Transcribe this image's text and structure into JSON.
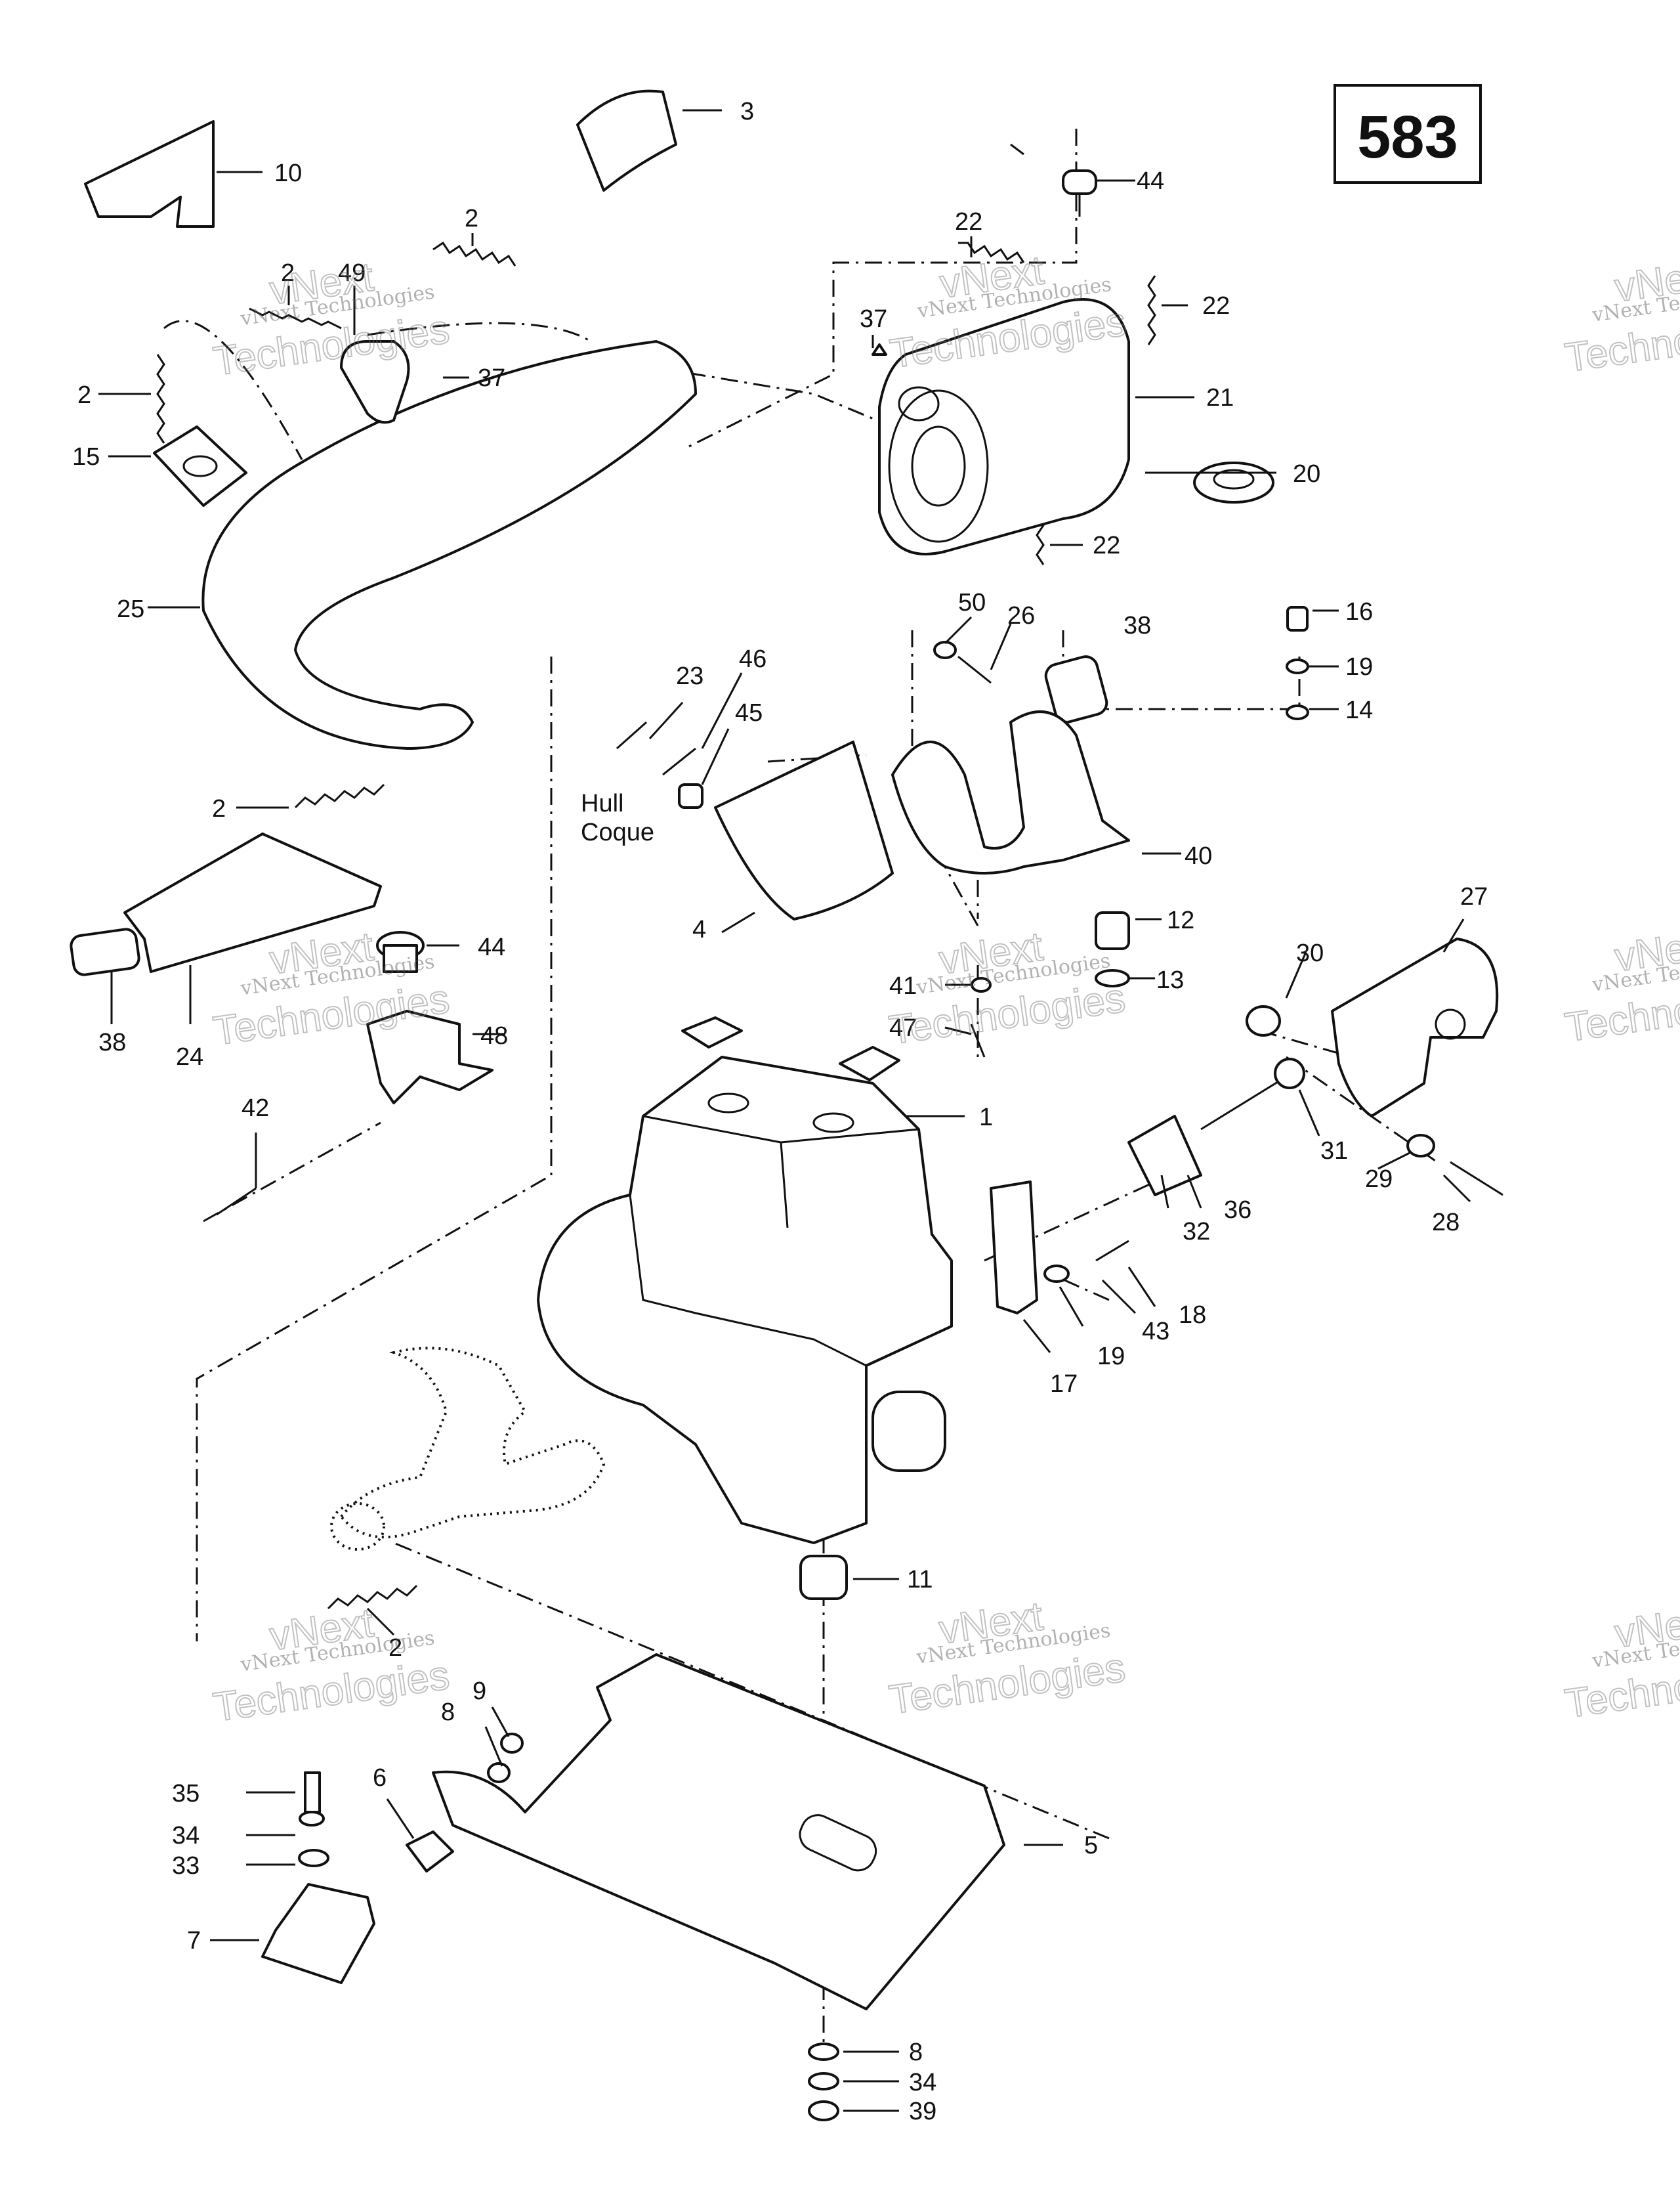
{
  "diagram_number": "583",
  "hull_label_en": "Hull",
  "hull_label_fr": "Coque",
  "watermark": {
    "line1": "vNext",
    "line2": "vNext Technologies",
    "line3": "Technologies"
  },
  "callouts": [
    "1",
    "2",
    "3",
    "4",
    "5",
    "6",
    "7",
    "8",
    "9",
    "10",
    "11",
    "12",
    "13",
    "14",
    "15",
    "16",
    "17",
    "18",
    "19",
    "20",
    "21",
    "22",
    "23",
    "24",
    "25",
    "26",
    "27",
    "28",
    "29",
    "30",
    "31",
    "32",
    "33",
    "34",
    "35",
    "36",
    "37",
    "38",
    "39",
    "40",
    "41",
    "42",
    "43",
    "44",
    "45",
    "46",
    "47",
    "48",
    "49",
    "50"
  ]
}
